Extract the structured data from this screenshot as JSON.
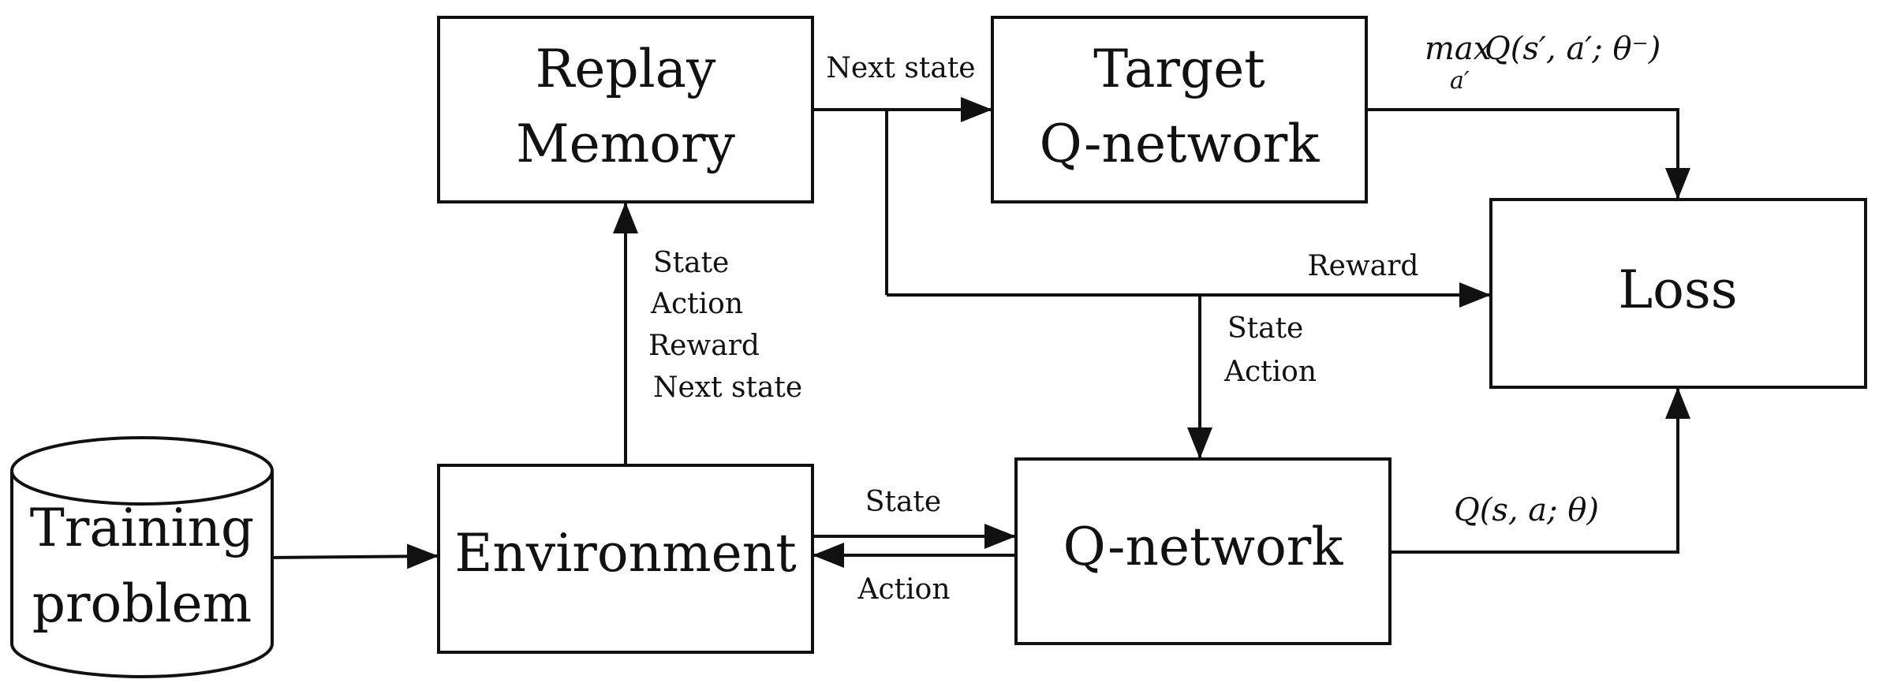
{
  "nodes": {
    "replay_memory": [
      "Replay",
      "Memory"
    ],
    "target_network": [
      "Target",
      "Q-network"
    ],
    "loss": "Loss",
    "training_problem": [
      "Training",
      "problem"
    ],
    "environment": "Environment",
    "q_network": "Q-network"
  },
  "edges": {
    "next_state_top": "Next state",
    "env_to_memory": [
      "State",
      "Action",
      "Reward",
      "Next state"
    ],
    "reward": "Reward",
    "state_action_to_q": [
      "State",
      "Action"
    ],
    "state": "State",
    "action": "Action"
  },
  "formulas": {
    "target": {
      "max": "max",
      "max_sub": "a′",
      "expr": "Q(s′, a′; θ⁻)"
    },
    "q": "Q(s, a; θ)"
  }
}
